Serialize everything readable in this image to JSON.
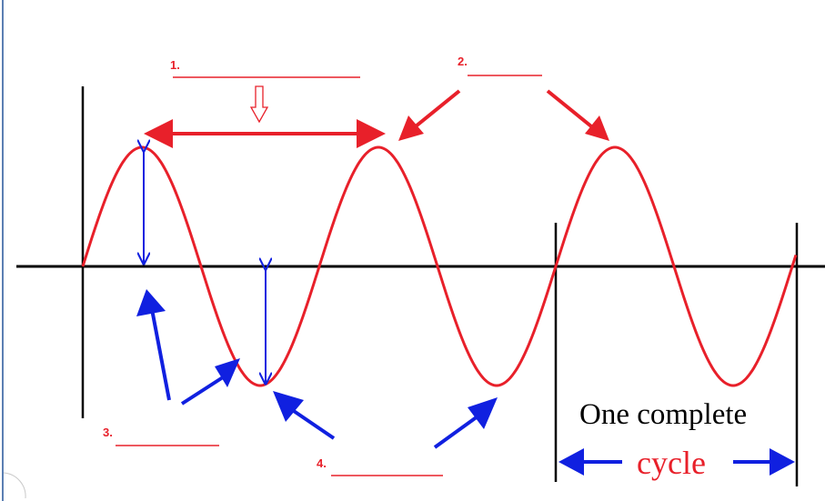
{
  "labels": {
    "blank1": "1.",
    "blank2": "2.",
    "blank3": "3.",
    "blank4": "4."
  },
  "annotation": {
    "line1": "One complete",
    "line2": "cycle"
  },
  "colors": {
    "wave": "#e8202a",
    "blue": "#1020e0",
    "black": "#000000",
    "label_red": "#e8202a"
  }
}
